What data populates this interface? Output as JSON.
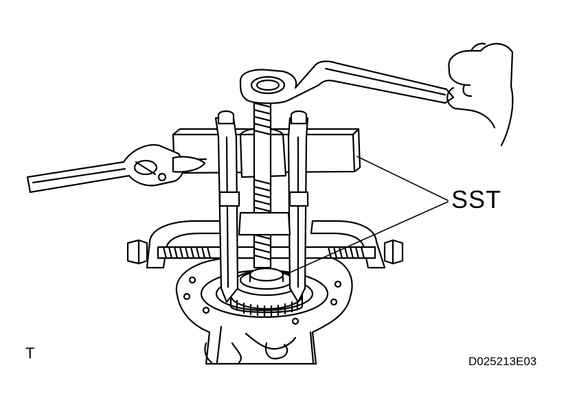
{
  "diagram": {
    "callout_label": "SST",
    "corner_mark": "T",
    "figure_code": "D025213E03",
    "line_color": "#000000",
    "background": "#ffffff",
    "components": [
      "ring-wrench-icon",
      "combination-wrench-icon",
      "puller-icon",
      "bearing-icon",
      "hub-housing-icon",
      "hand-icon"
    ]
  }
}
